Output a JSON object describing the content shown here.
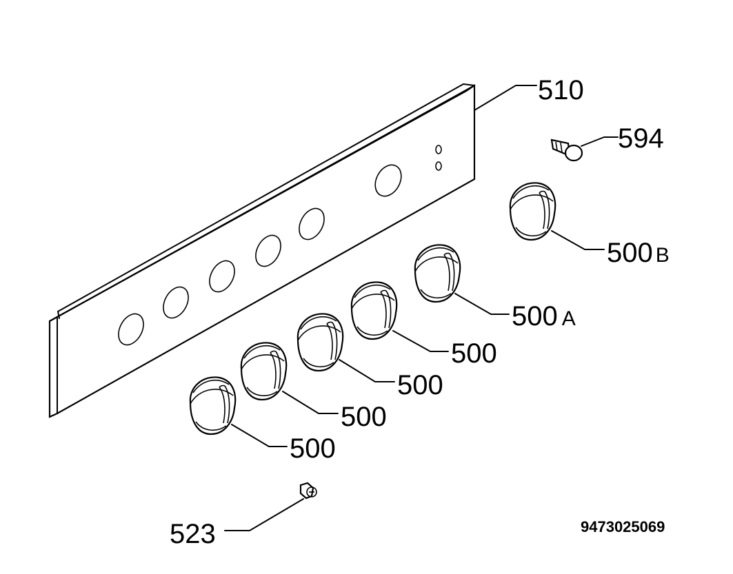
{
  "labels": {
    "panel": "510",
    "pin": "594",
    "knob_b": "500",
    "knob_b_suffix": "B",
    "knob_a": "500",
    "knob_a_suffix": "A",
    "knob_1": "500",
    "knob_2": "500",
    "knob_3": "500",
    "knob_4": "500",
    "screw": "523"
  },
  "drawing_code": "9473025069"
}
